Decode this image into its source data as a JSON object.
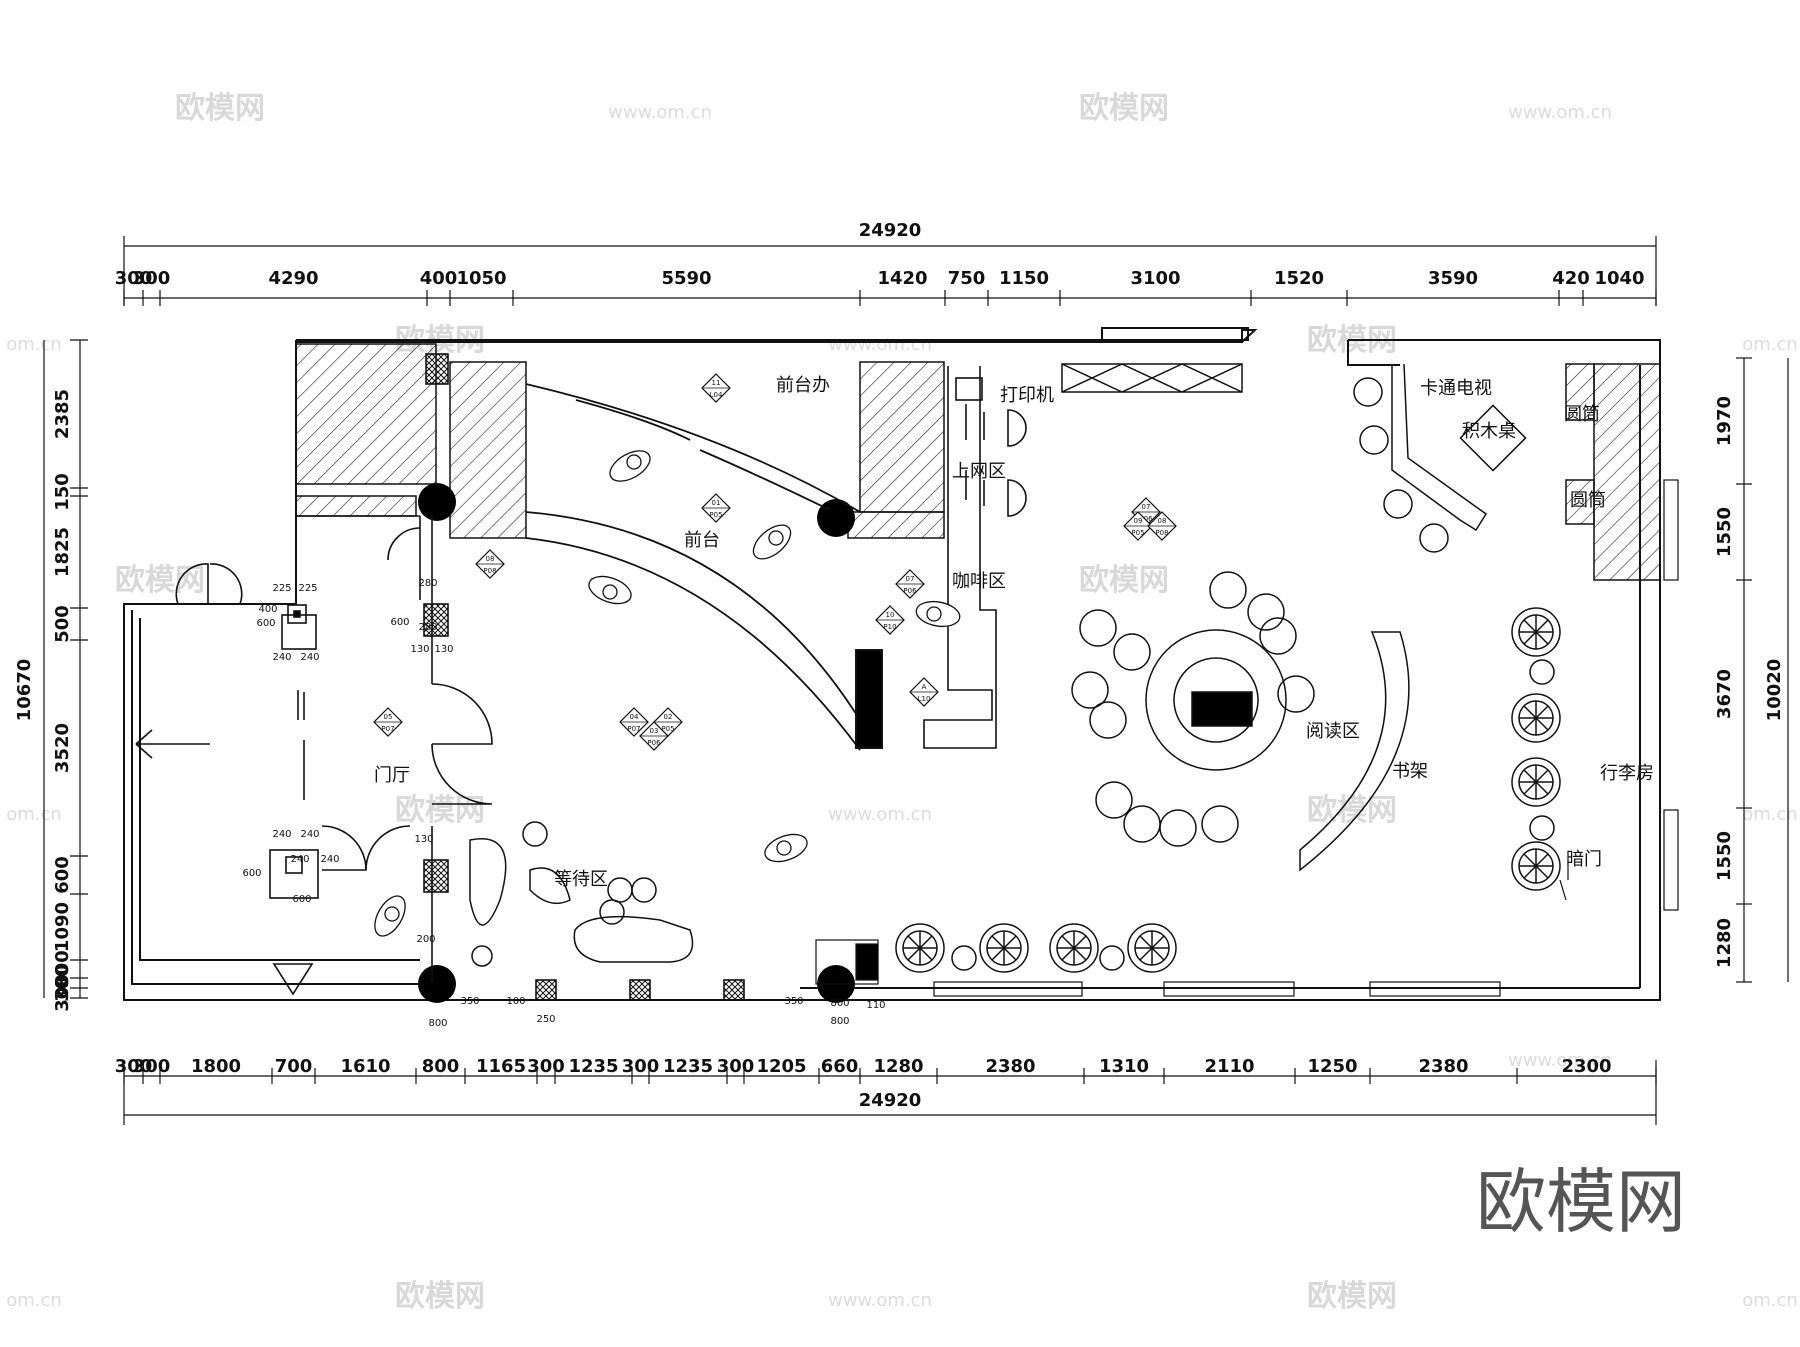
{
  "dimensions": {
    "top_total": "24920",
    "top": [
      "300",
      "300",
      "4290",
      "400",
      "1050",
      "5590",
      "1420",
      "750",
      "1150",
      "3100",
      "1520",
      "3590",
      "420",
      "1040"
    ],
    "bottom": [
      "300",
      "300",
      "1800",
      "700",
      "1610",
      "800",
      "1165",
      "300",
      "1235",
      "300",
      "1235",
      "300",
      "1205",
      "660",
      "1280",
      "2380",
      "1310",
      "2110",
      "1250",
      "2380",
      "2300"
    ],
    "bottom_total": "24920",
    "left_total": "10670",
    "left": [
      "2385",
      "150",
      "1825",
      "500",
      "3520",
      "600",
      "1090",
      "300",
      "300",
      "300"
    ],
    "right_total": "10020",
    "right": [
      "1970",
      "1550",
      "3670",
      "1550",
      "1280"
    ],
    "inner": [
      "400",
      "600",
      "225",
      "225",
      "240",
      "240",
      "240",
      "240",
      "600",
      "600",
      "280",
      "280",
      "600",
      "130",
      "130",
      "130",
      "240",
      "240",
      "200",
      "800",
      "800",
      "250",
      "350",
      "350",
      "100",
      "800",
      "110"
    ]
  },
  "rooms": {
    "front_office": "前台办",
    "printer": "打印机",
    "internet_area": "上网区",
    "reception": "前台",
    "coffee_area": "咖啡区",
    "cartoon_tv": "卡通电视",
    "block_table": "积木桌",
    "cylinder_1": "圆筒",
    "cylinder_2": "圆筒",
    "lobby": "门厅",
    "waiting_area": "等待区",
    "reading_area": "阅读区",
    "bookshelf": "书架",
    "luggage_room": "行李房",
    "hidden_door": "暗门"
  },
  "tags": [
    [
      "11",
      "L04"
    ],
    [
      "01",
      "P05"
    ],
    [
      "08",
      "P08"
    ],
    [
      "07",
      "P06"
    ],
    [
      "10",
      "P10"
    ],
    [
      "A",
      "L10"
    ],
    [
      "05",
      "P07"
    ],
    [
      "04",
      "P07"
    ],
    [
      "02",
      "P05"
    ],
    [
      "03",
      "P06"
    ],
    [
      "07",
      "P06"
    ],
    [
      "09",
      "P05"
    ],
    [
      "08",
      "P08"
    ]
  ],
  "watermark": {
    "logo": "欧模网",
    "url": "www.om.cn",
    "url_short": "om.cn"
  },
  "brand": "欧模网"
}
